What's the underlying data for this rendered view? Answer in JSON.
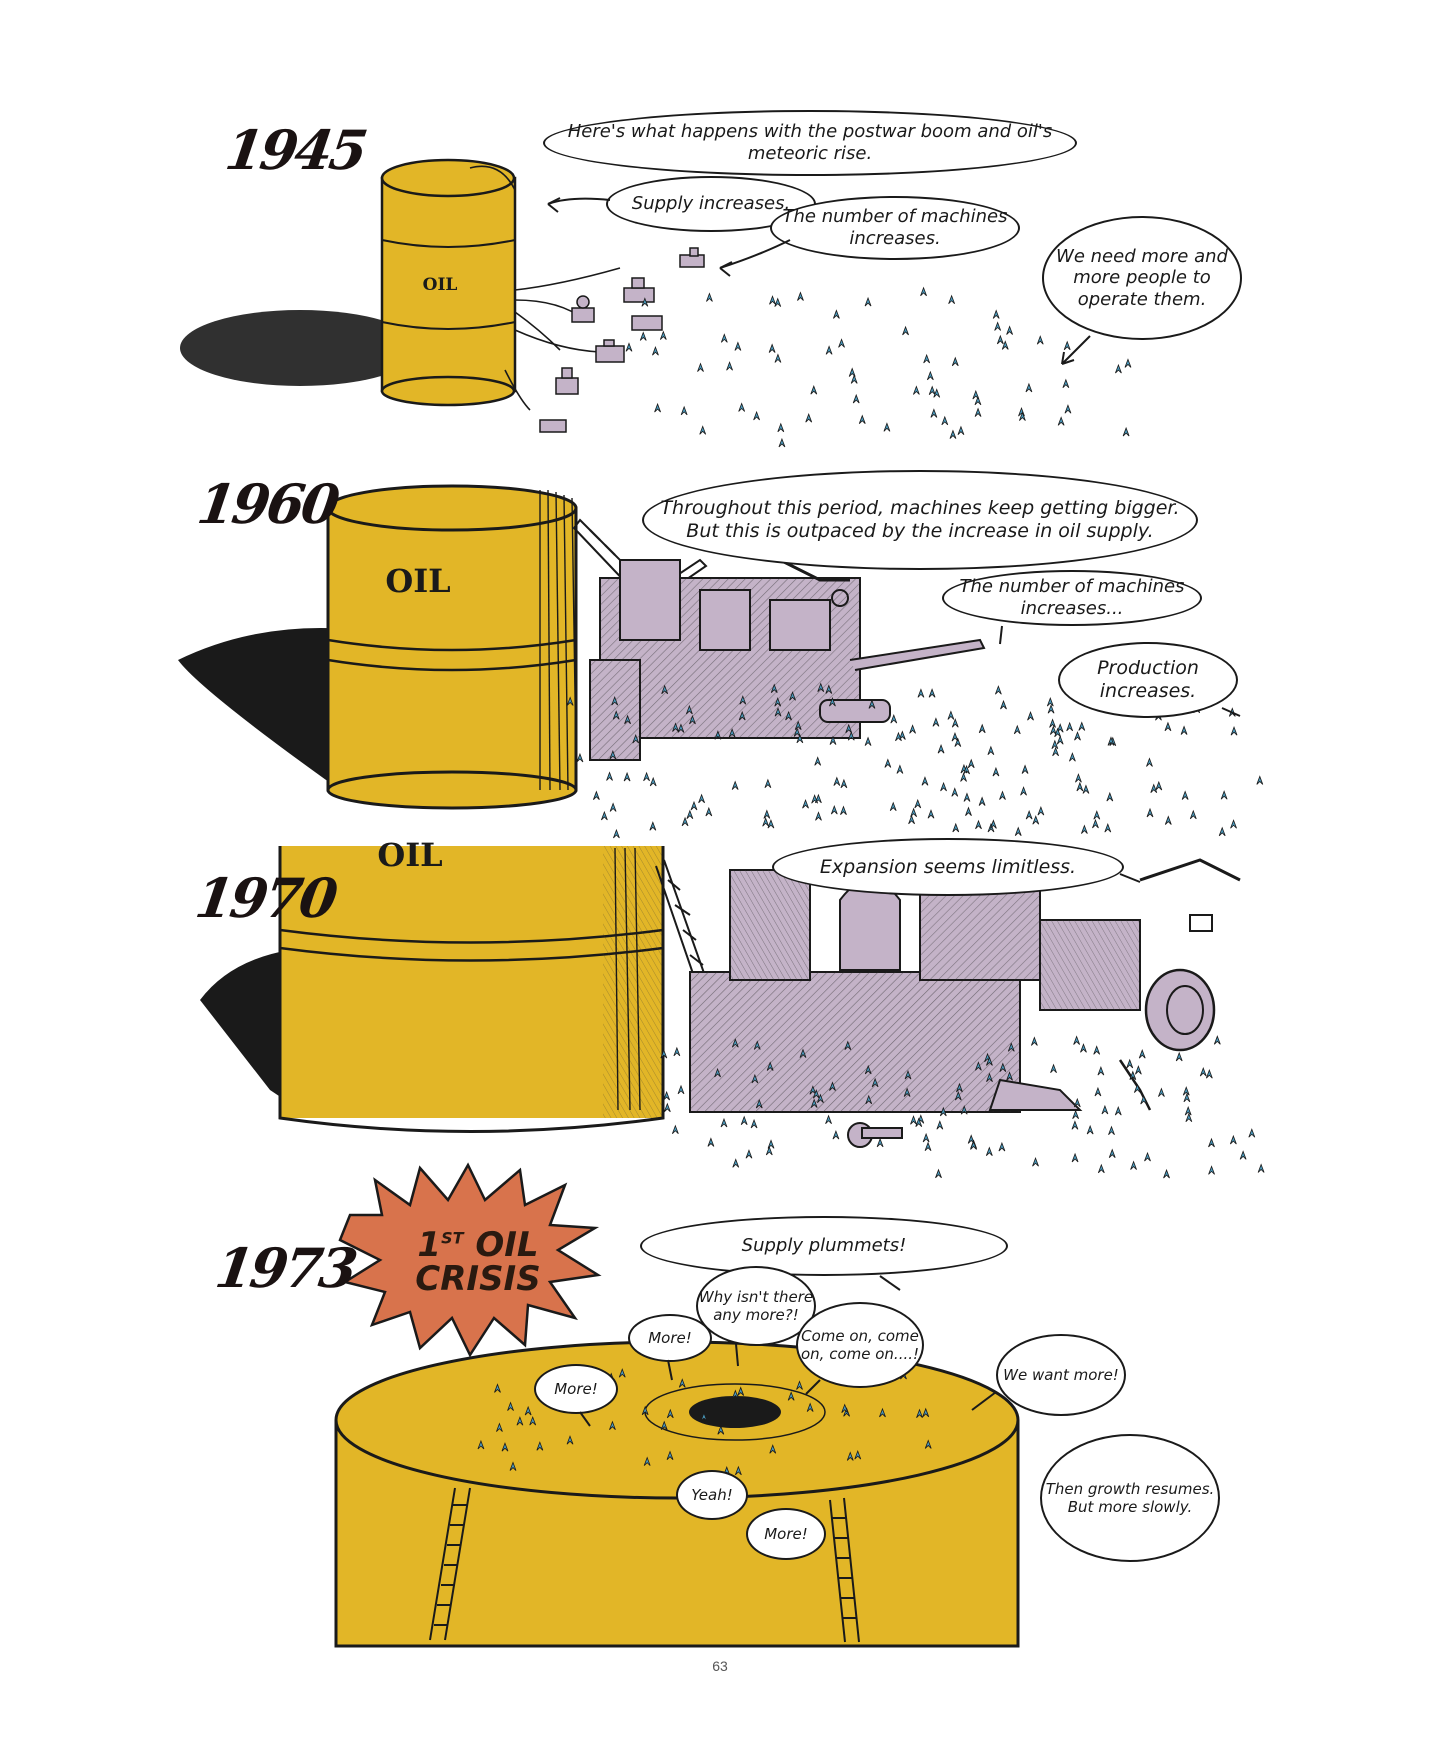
{
  "colors": {
    "oil_yellow": "#e2b627",
    "machine_lilac": "#c4b3c8",
    "person_blue": "#4a9bbf",
    "starburst": "#d8734c",
    "ink": "#1a1a1a"
  },
  "barrel_label": "OIL",
  "panels": [
    {
      "year": "1945",
      "bubbles": [
        "Here's what happens with the postwar boom and oil's meteoric rise.",
        "Supply increases.",
        "The number of machines increases.",
        "We need more and more people to operate them."
      ]
    },
    {
      "year": "1960",
      "bubbles": [
        "Throughout this period, machines keep getting bigger. But this is outpaced by the increase in oil supply.",
        "The number of machines increases...",
        "Production increases."
      ]
    },
    {
      "year": "1970",
      "bubbles": [
        "Expansion seems limitless."
      ]
    },
    {
      "year": "1973",
      "crisis": {
        "ordinal": "1",
        "superscript": "ST",
        "line1": "OIL",
        "line2": "CRISIS"
      },
      "bubbles": [
        "Supply plummets!",
        "Why isn't there any more?!",
        "More!",
        "Come on, come on, come on....!",
        "More!",
        "We want more!",
        "Yeah!",
        "More!",
        "Then growth resumes. But more slowly."
      ]
    }
  ],
  "page_number": "63"
}
